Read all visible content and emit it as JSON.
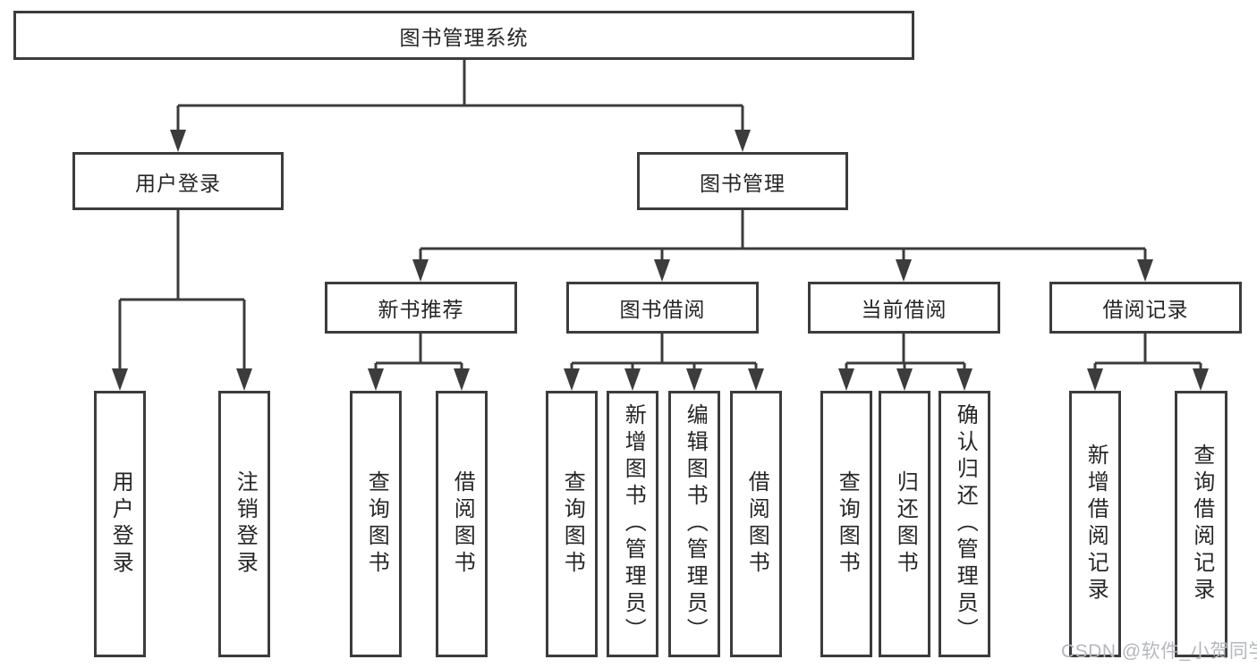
{
  "diagram": {
    "colors": {
      "line": "#3c3c3c",
      "box_border": "#3c3c3c",
      "box_fill": "#ffffff",
      "text": "#262626",
      "watermark_text": "#b4b7be"
    },
    "watermark": "CSDN @软件_小贺同学",
    "nodes": {
      "root": {
        "label": "图书管理系统"
      },
      "user_login": {
        "label": "用户登录"
      },
      "book_mgmt": {
        "label": "图书管理"
      },
      "new_book": {
        "label": "新书推荐"
      },
      "book_borrow": {
        "label": "图书借阅"
      },
      "current_borrow": {
        "label": "当前借阅"
      },
      "borrow_records": {
        "label": "借阅记录"
      }
    },
    "leaves": {
      "ul_login": {
        "label": "用户登录"
      },
      "ul_logout": {
        "label": "注销登录"
      },
      "nb_query": {
        "label": "查询图书"
      },
      "nb_borrow": {
        "label": "借阅图书"
      },
      "bb_query": {
        "label": "查询图书"
      },
      "bb_add": {
        "label": "新增图书（管理员）"
      },
      "bb_edit": {
        "label": "编辑图书（管理员）"
      },
      "bb_borrow": {
        "label": "借阅图书"
      },
      "cb_query": {
        "label": "查询图书"
      },
      "cb_return": {
        "label": "归还图书"
      },
      "cb_confirm": {
        "label": "确认归还（管理员）"
      },
      "br_add": {
        "label": "新增借阅记录"
      },
      "br_query": {
        "label": "查询借阅记录"
      }
    }
  }
}
